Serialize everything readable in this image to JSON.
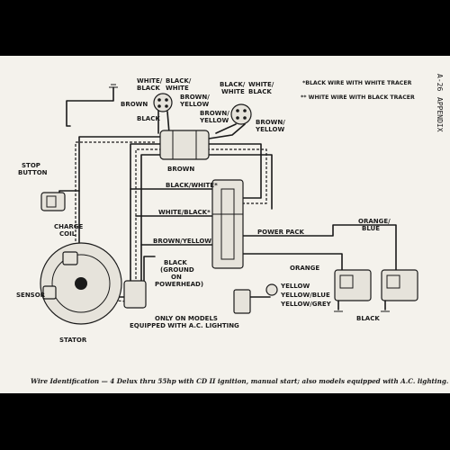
{
  "side_header": {
    "page": "A-26",
    "section": "APPENDIX"
  },
  "notes": {
    "single_star": "*BLACK WIRE WITH WHITE TRACER",
    "double_star": "** WHITE WIRE WITH BLACK TRACER"
  },
  "labels": {
    "white_black_top": "WHITE/",
    "white_black_top2": "BLACK",
    "black_white_top": "BLACK/",
    "black_white_top2": "WHITE",
    "brown_left": "BROWN",
    "brown_yellow_1": "BROWN/",
    "brown_yellow_1b": "YELLOW",
    "black_under": "BLACK",
    "black_white_r": "BLACK/",
    "black_white_r2": "WHITE",
    "white_black_r": "WHITE/",
    "white_black_r2": "BLACK",
    "brown_yellow_2": "BROWN/",
    "brown_yellow_2b": "YELLOW",
    "brown_r": "BROWN/",
    "brown_r2": "YELLOW",
    "brown": "BROWN",
    "black_white_star": "BLACK/WHITE*",
    "white_black_star": "WHITE/BLACK*",
    "brown_yellow_mid": "BROWN/YELLOW",
    "stop_button_1": "STOP",
    "stop_button_2": "BUTTON",
    "charge_coil_1": "CHARGE",
    "charge_coil_2": "COIL",
    "sensor": "SENSOR",
    "stator": "STATOR",
    "black_ground_1": "BLACK",
    "black_ground_2": "(GROUND",
    "black_ground_3": "ON",
    "black_ground_4": "POWERHEAD)",
    "power_pack": "POWER PACK",
    "orange_blue_1": "ORANGE/",
    "orange_blue_2": "BLUE",
    "orange": "ORANGE",
    "yellow": "YELLOW",
    "yellow_blue": "YELLOW/BLUE",
    "yellow_grey": "YELLOW/GREY",
    "black_coils": "BLACK",
    "only_models_1": "ONLY ON MODELS",
    "only_models_2": "EQUIPPED WITH A.C. LIGHTING"
  },
  "caption": "Wire Identification — 4 Delux thru 55hp with CD II ignition, manual start; also models equipped with A.C. lighting.",
  "colors": {
    "background": "#000000",
    "paper": "#f4f2ec",
    "ink": "#1a1a1a"
  }
}
